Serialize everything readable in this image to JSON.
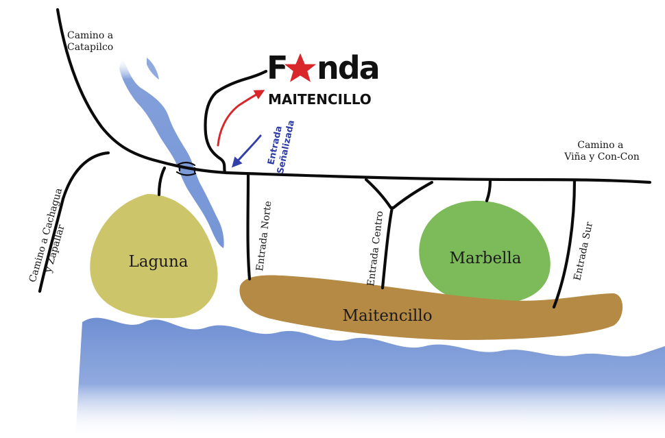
{
  "colors": {
    "sea": "#6f8fd2",
    "river": "#7595d6",
    "laguna": "#cdc56a",
    "marbella": "#7dbb5a",
    "maitencillo": "#b58a44",
    "road": "#0b0b0b",
    "arrow_red": "#d8262b",
    "arrow_blue": "#3340aa",
    "star": "#d8262b"
  },
  "logo": {
    "word_top": "F",
    "word_top_rest": "nda",
    "word_bottom": "MAITENCILLO",
    "star_icon": "star-icon"
  },
  "roads": {
    "catapilco": [
      "Camino a",
      "Catapilco"
    ],
    "vina": [
      "Camino a",
      "Viña y Con-Con"
    ],
    "cachagua": [
      "Camino a Cachagua",
      "y Zapallar"
    ],
    "norte": "Entrada Norte",
    "centro": "Entrada Centro",
    "sur": "Entrada Sur"
  },
  "entrada_senalizada": [
    "Entrada",
    "Señalizada"
  ],
  "areas": {
    "laguna": "Laguna",
    "marbella": "Marbella",
    "maitencillo": "Maitencillo"
  },
  "icons": {
    "bridge": "bridge-icon",
    "arrow_red": "red-curved-arrow-icon",
    "arrow_blue": "blue-arrow-icon"
  }
}
